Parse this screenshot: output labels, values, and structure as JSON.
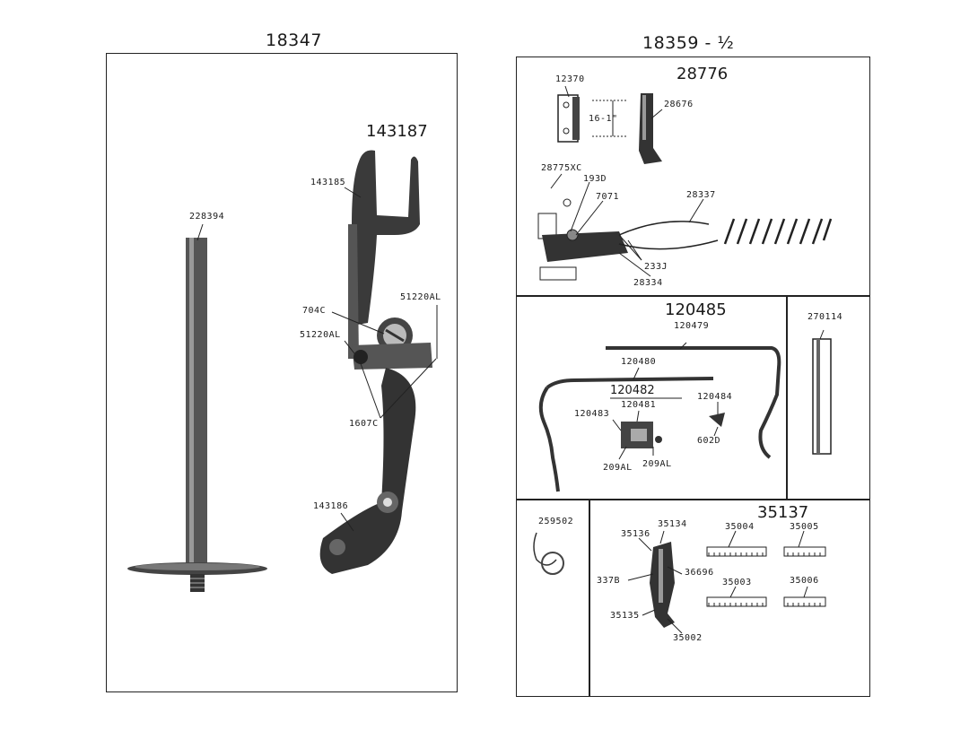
{
  "left": {
    "title": "18347",
    "assembly": "143187",
    "labels": {
      "rod": "228394",
      "upper_arm": "143185",
      "screw_704c": "704C",
      "screw_51220al_left": "51220AL",
      "screw_51220al_right": "51220AL",
      "screw_1607c": "1607C",
      "lower_arm": "143186"
    }
  },
  "right": {
    "title": "18359 - ½",
    "top": {
      "assembly": "28776",
      "labels": {
        "plate": "12370",
        "foot": "28676",
        "gauge": "16-1\"",
        "base": "28775XC",
        "p193d": "193D",
        "p7071": "7071",
        "spring": "28337",
        "p233j": "233J",
        "p28334": "28334"
      }
    },
    "middle": {
      "assembly": "120485",
      "labels": {
        "rod_top": "120479",
        "rod_mid": "120480",
        "group": "120482",
        "p120481": "120481",
        "p120483": "120483",
        "p120484": "120484",
        "p602d": "602D",
        "p209al_left": "209AL",
        "p209al_right": "209AL",
        "tube": "270114"
      }
    },
    "bottom": {
      "assembly": "35137",
      "labels": {
        "spring": "259502",
        "p35134": "35134",
        "p35136": "35136",
        "p35004": "35004",
        "p35005": "35005",
        "p36696": "36696",
        "p337b": "337B",
        "p35003": "35003",
        "p35006": "35006",
        "p35135": "35135",
        "p35002": "35002"
      }
    }
  }
}
